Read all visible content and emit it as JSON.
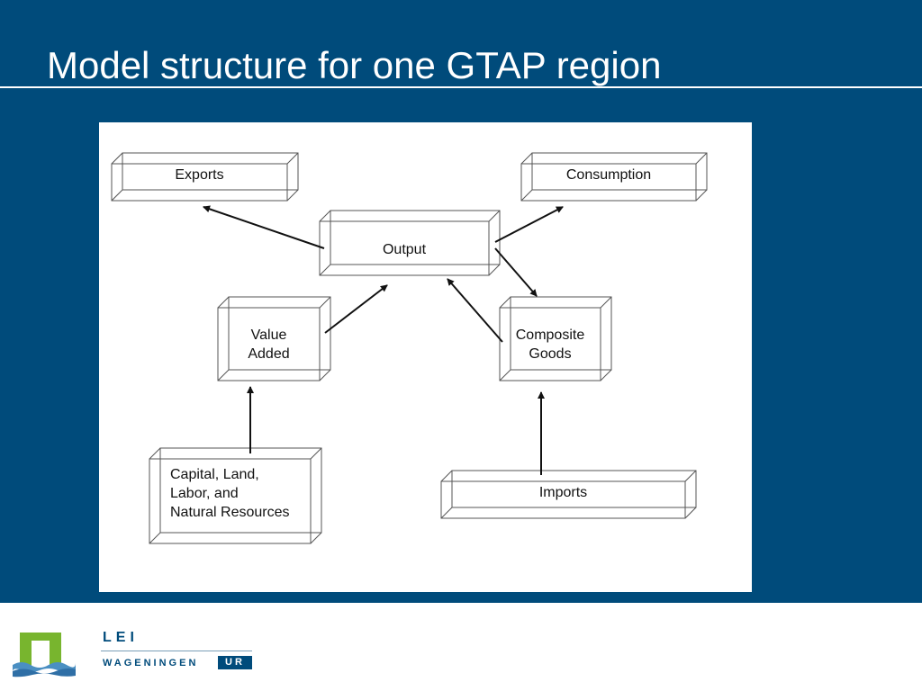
{
  "slide": {
    "title": "Model structure for one GTAP region"
  },
  "diagram": {
    "nodes": {
      "exports": "Exports",
      "consumption": "Consumption",
      "output": "Output",
      "value_added": [
        "Value",
        "Added"
      ],
      "composite_goods": [
        "Composite",
        "Goods"
      ],
      "factors": [
        "Capital, Land,",
        "Labor, and",
        "Natural Resources"
      ],
      "imports": "Imports"
    },
    "edges": [
      {
        "from": "Output",
        "to": "Exports"
      },
      {
        "from": "Output",
        "to": "Consumption"
      },
      {
        "from": "Output",
        "to": "Composite Goods"
      },
      {
        "from": "Value Added",
        "to": "Output"
      },
      {
        "from": "Composite Goods",
        "to": "Output"
      },
      {
        "from": "Capital, Land, Labor, and Natural Resources",
        "to": "Value Added"
      },
      {
        "from": "Imports",
        "to": "Composite Goods"
      }
    ]
  },
  "footer": {
    "logo_lei": "LEI",
    "logo_wageningen": "WAGENINGEN",
    "logo_ur": "UR"
  },
  "colors": {
    "background": "#004b7b",
    "logo_green": "#78b52e",
    "logo_blue": "#004b7b"
  }
}
